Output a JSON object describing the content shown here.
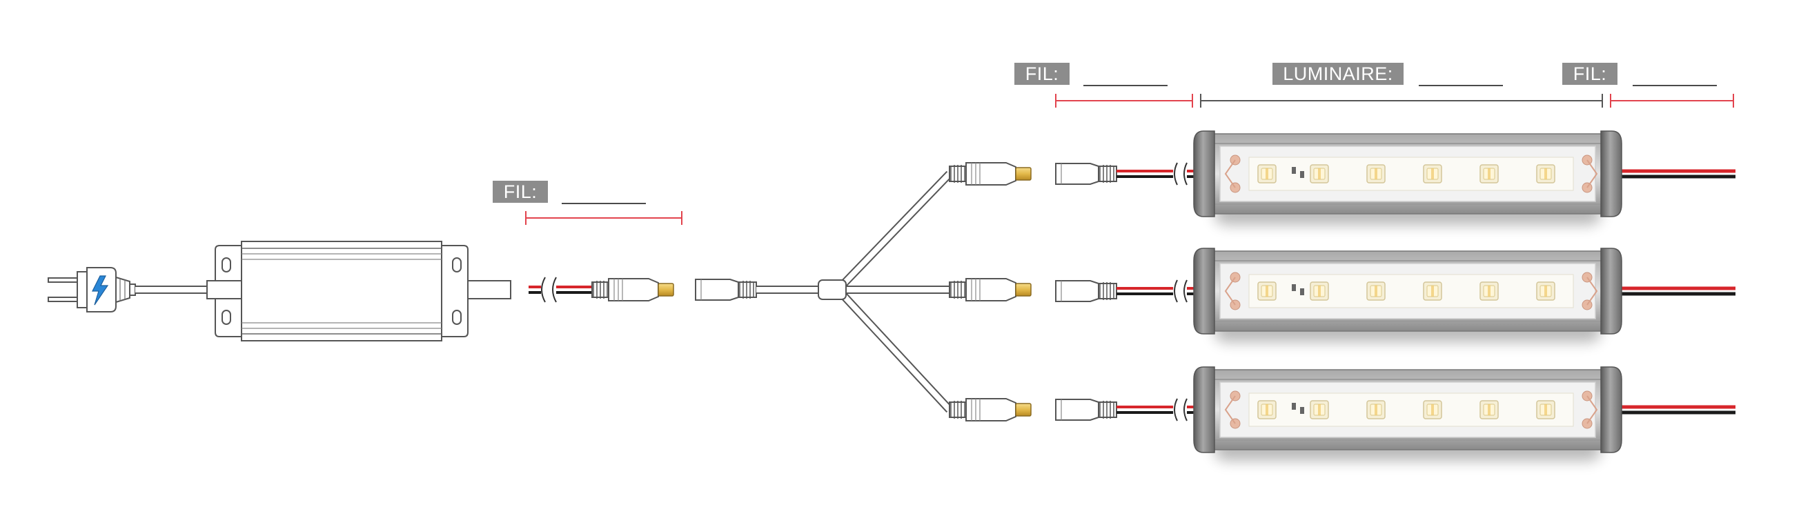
{
  "labels": {
    "wire_left": "FIL:",
    "wire_mid": "FIL:",
    "luminaire": "LUMINAIRE:",
    "wire_right": "FIL:"
  },
  "colors": {
    "tag_bg": "#8c8c8c",
    "measure_red": "#e2434d",
    "measure_dark": "#555555",
    "wire_red": "#d7262b",
    "wire_black": "#1a1a1a",
    "icon_blue": "#2a86d6",
    "pin_gold": "#e3b94a"
  },
  "icons": [
    "plug-icon",
    "power-adapter-icon",
    "splitter-icon",
    "connector-icon",
    "led-bar-icon"
  ],
  "luminaire_count": 3,
  "leds_per_bar": 6
}
